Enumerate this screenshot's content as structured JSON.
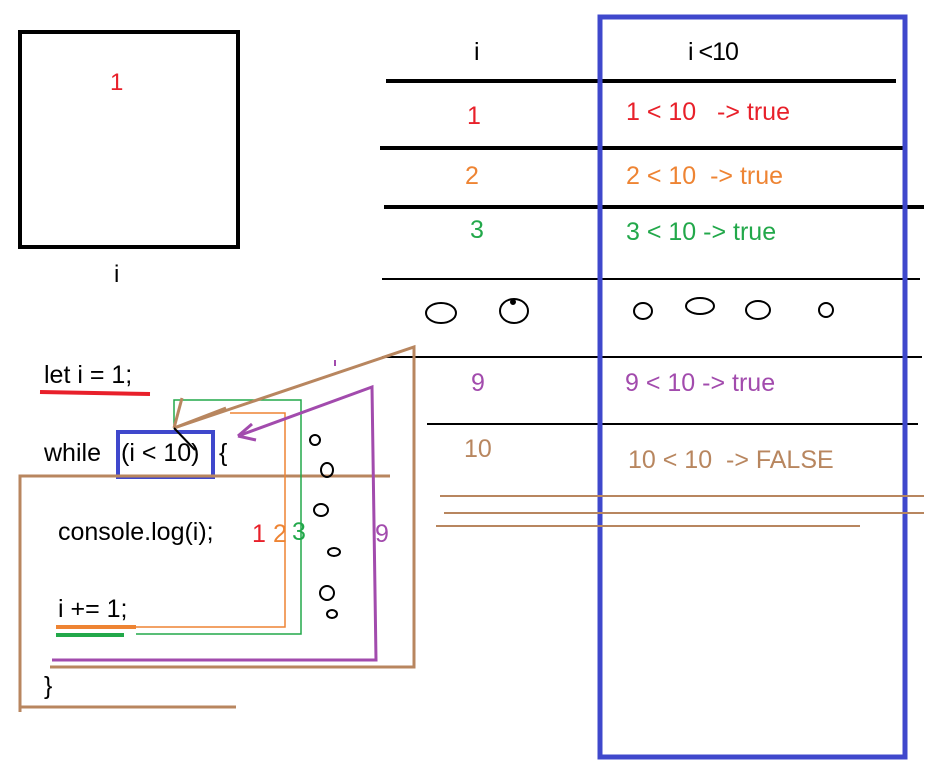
{
  "variable_box": {
    "value": "1",
    "label": "i"
  },
  "table": {
    "headers": {
      "i": "i",
      "condition": "i <10"
    },
    "rows": [
      {
        "i": "1",
        "condition": "1 < 10   -> true"
      },
      {
        "i": "2",
        "condition": "2 < 10  -> true"
      },
      {
        "i": "3",
        "condition": "3 < 10 -> true"
      },
      {
        "i": "9",
        "condition": "9 < 10 -> true"
      },
      {
        "i": "10",
        "condition": "10 < 10  -> FALSE"
      }
    ]
  },
  "code": {
    "line1": "let i = 1;",
    "line2_keyword": "while",
    "line2_condition": "(i < 10)",
    "line2_brace": "{",
    "line3": "console.log(i);",
    "line4": "i += 1;",
    "line5": "}"
  },
  "iteration_marks": {
    "first": "1",
    "second": "2",
    "third": "3",
    "ninth": "9"
  },
  "colors": {
    "red": "#e8202a",
    "orange": "#ee8433",
    "green": "#22a84a",
    "purple": "#a24bad",
    "brown": "#b8865f",
    "blue": "#3f48cc",
    "black": "#000000"
  }
}
